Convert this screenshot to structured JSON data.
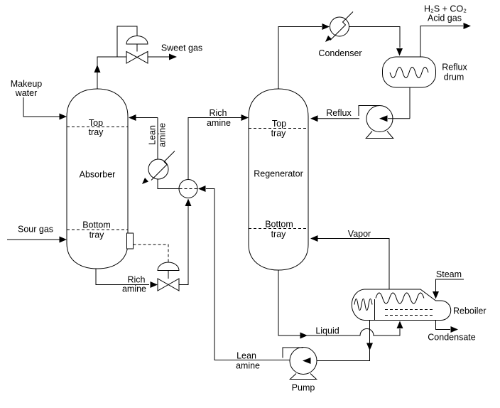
{
  "colors": {
    "background": "#ffffff",
    "line": "#000000",
    "text": "#000000"
  },
  "vessels": {
    "absorber": {
      "name": "Absorber",
      "top_tray": [
        "Top",
        "tray"
      ],
      "bottom_tray": [
        "Bottom",
        "tray"
      ]
    },
    "regenerator": {
      "name": "Regenerator",
      "top_tray": [
        "Top",
        "tray"
      ],
      "bottom_tray": [
        "Bottom",
        "tray"
      ]
    }
  },
  "equipment": {
    "condenser": "Condenser",
    "reflux_drum": [
      "Reflux",
      "drum"
    ],
    "reboiler": "Reboiler",
    "pump": "Pump"
  },
  "streams": {
    "makeup_water": [
      "Makeup",
      "water"
    ],
    "sour_gas": "Sour gas",
    "sweet_gas": "Sweet gas",
    "lean_amine_cooler": [
      "Lean",
      "amine"
    ],
    "rich_amine_feed": [
      "Rich",
      "amine"
    ],
    "rich_amine_bottoms": [
      "Rich",
      "amine"
    ],
    "lean_amine_return": [
      "Lean",
      "amine"
    ],
    "reflux": "Reflux",
    "acid_gas": [
      "H₂S + CO₂",
      "Acid gas"
    ],
    "vapor": "Vapor",
    "liquid": "Liquid",
    "steam": "Steam",
    "condensate": "Condensate"
  }
}
